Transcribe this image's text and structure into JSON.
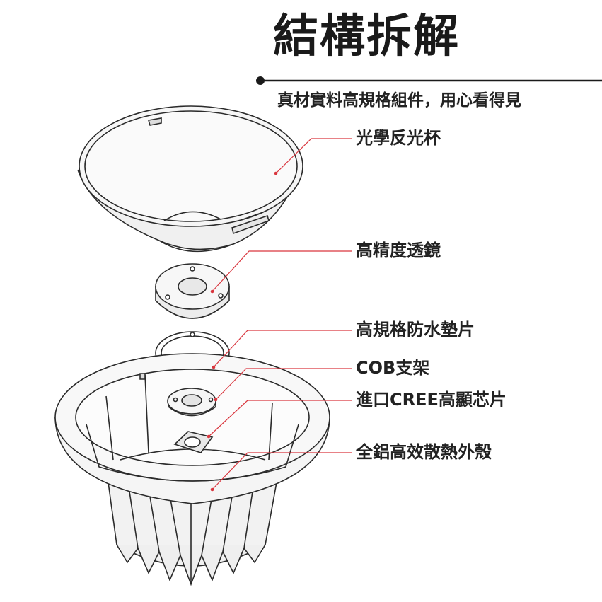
{
  "title": "結構拆解",
  "subtitle": "真材實料高規格組件，用心看得見",
  "labels": [
    "光學反光杯",
    "高精度透鏡",
    "高規格防水墊片",
    "COB支架",
    "進口CREE高顯芯片",
    "全鋁高效散熱外殼"
  ],
  "colors": {
    "text": "#1a1a1a",
    "leader": "#d9363e",
    "outline": "#2b2b2b",
    "fill": "#f4f4f4"
  }
}
